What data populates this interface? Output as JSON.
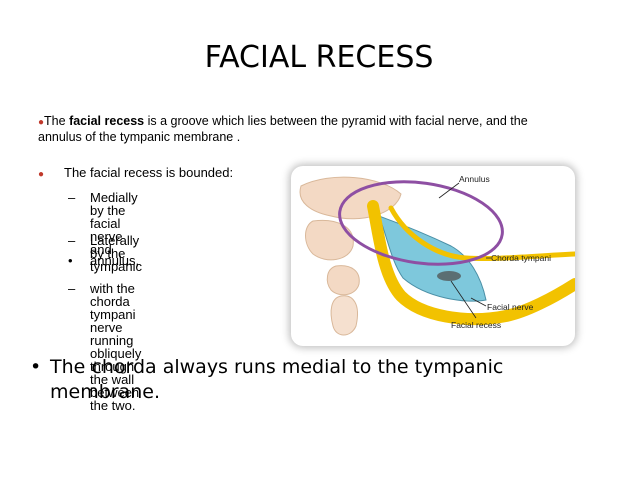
{
  "slide": {
    "title": "FACIAL RECESS",
    "intro": {
      "prefix": "The ",
      "term": "facial recess",
      "rest": " is a groove which lies between the pyramid with facial nerve, and the annulus of the tympanic membrane ."
    },
    "bounded_text": "The facial recess is bounded:",
    "bounds": [
      {
        "marker": "–",
        "text": "Medially by the\nfacial  nerve and"
      },
      {
        "marker": "–",
        "text": "Laterally by the tympanic"
      },
      {
        "marker": "•",
        "text": "annulus,"
      },
      {
        "marker": "–",
        "text": "with the chorda\ntympani nerve\nrunning obliquely\nthrough the wall\nbetween  the two."
      }
    ],
    "conclusion": "The chorda always runs medial to the tympanic membrane."
  },
  "figure": {
    "labels": {
      "annulus": "Annulus",
      "chorda": "Chorda tympani",
      "facial_nerve": "Facial nerve",
      "facial_recess": "Facial recess"
    },
    "colors": {
      "nerve": "#f2c200",
      "recess": "#7ec8dc",
      "annulus": "#8e4fa3",
      "bone": "#f3d9c4"
    }
  }
}
